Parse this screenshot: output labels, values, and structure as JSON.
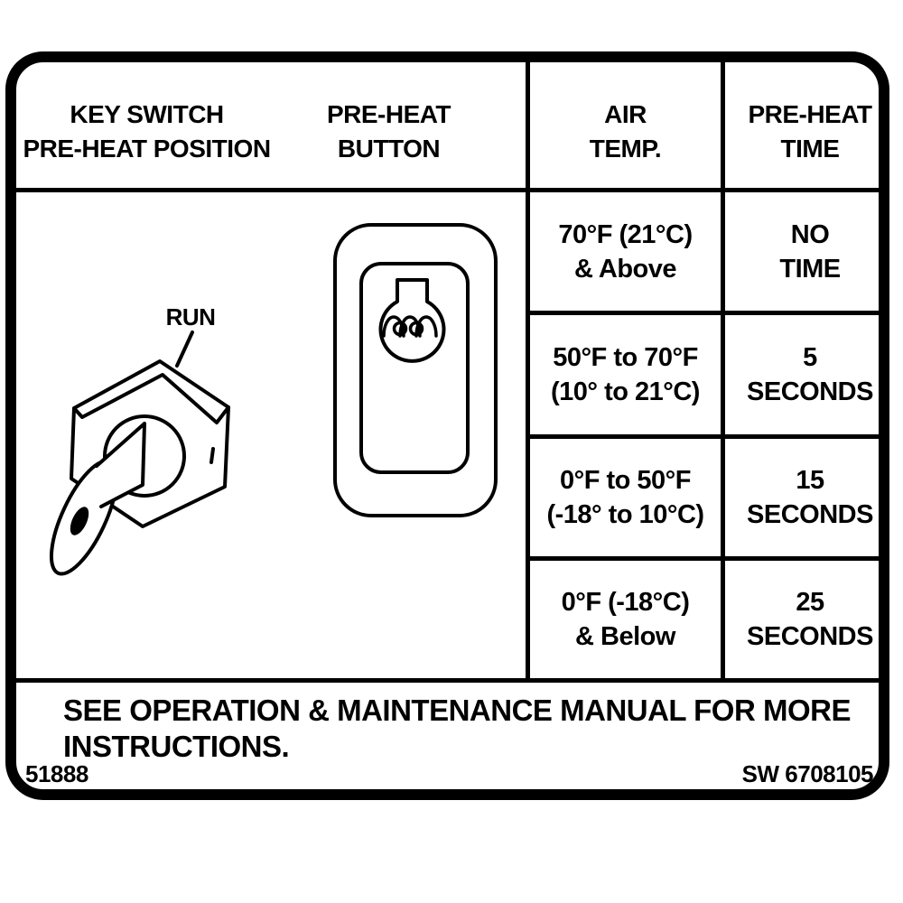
{
  "header": {
    "key_switch": {
      "line1": "KEY SWITCH",
      "line2": "PRE-HEAT POSITION"
    },
    "preheat_button": {
      "line1": "PRE-HEAT",
      "line2": "BUTTON"
    },
    "air_temp": {
      "line1": "AIR",
      "line2": "TEMP."
    },
    "preheat_time": {
      "line1": "PRE-HEAT",
      "line2": "TIME"
    }
  },
  "diagram": {
    "run_label": "RUN",
    "key_switch_icon": "key-in-hex-nut-switch",
    "preheat_button_icon": "rocker-button-with-glow-plug-symbol"
  },
  "table": {
    "rows": [
      {
        "temp": [
          "70°F (21°C)",
          "& Above"
        ],
        "time": [
          "NO",
          "TIME"
        ]
      },
      {
        "temp": [
          "50°F to 70°F",
          "(10° to 21°C)"
        ],
        "time": [
          "5",
          "SECONDS"
        ]
      },
      {
        "temp": [
          "0°F to 50°F",
          "(-18° to 10°C)"
        ],
        "time": [
          "15",
          "SECONDS"
        ]
      },
      {
        "temp": [
          "0°F (-18°C)",
          "& Below"
        ],
        "time": [
          "25",
          "SECONDS"
        ]
      }
    ]
  },
  "footer": {
    "notice_line1": "SEE OPERATION & MAINTENANCE MANUAL FOR MORE",
    "notice_line2": "INSTRUCTIONS.",
    "part_number_left": "51888",
    "part_number_right": "SW 6708105"
  },
  "colors": {
    "ink": "#000000",
    "background": "#ffffff"
  }
}
